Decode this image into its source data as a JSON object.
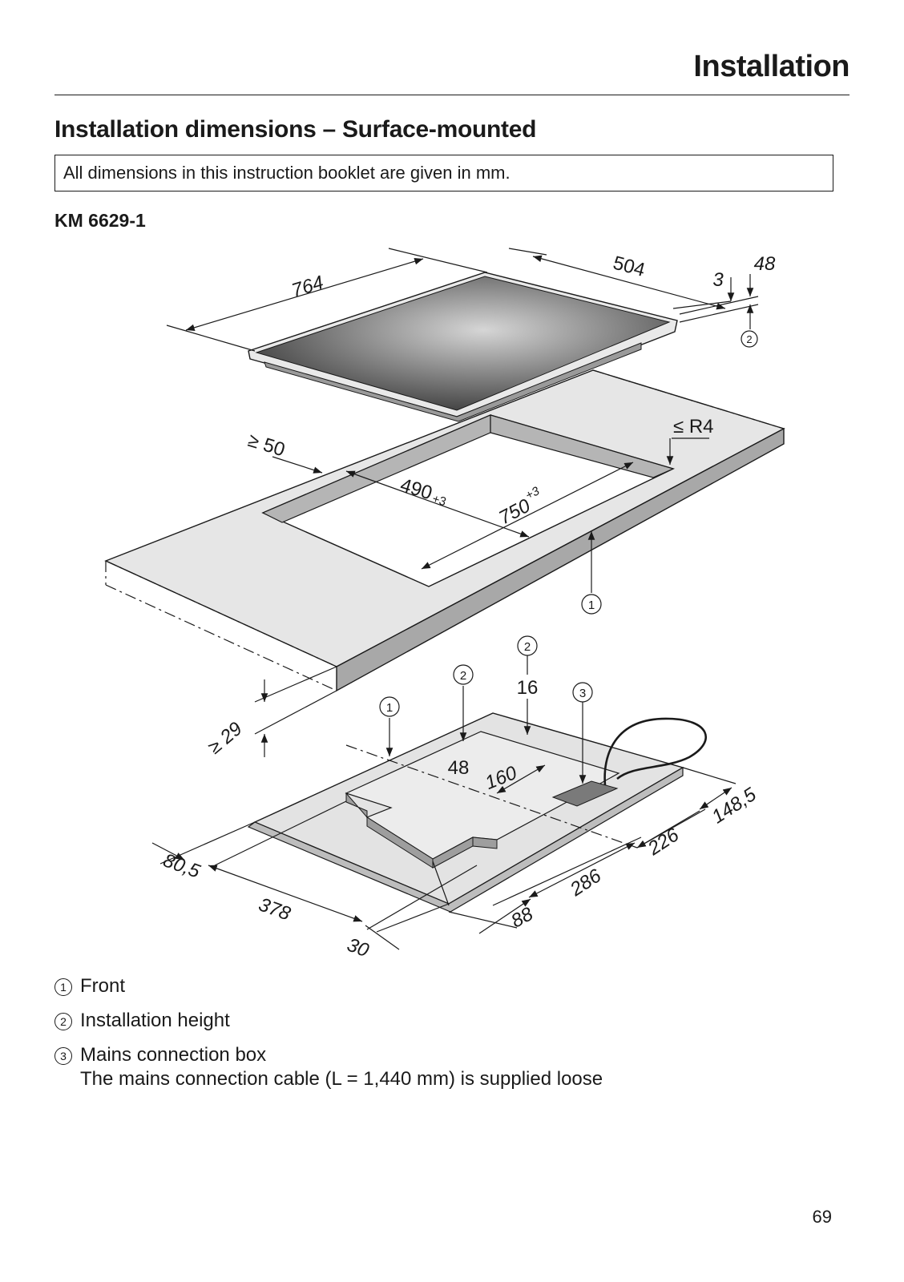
{
  "header": {
    "title": "Installation"
  },
  "section": {
    "title": "Installation dimensions – Surface-mounted"
  },
  "note": {
    "text": "All dimensions in this instruction booklet are given in mm."
  },
  "model": {
    "name": "KM 6629-1"
  },
  "diagram": {
    "hob_dims": {
      "length": "764",
      "width": "504",
      "lip": "3",
      "height": "48"
    },
    "cutout_dims": {
      "min_edge": "≥ 50",
      "radius": "≤ R4",
      "depth": "490",
      "depth_tol": "+3",
      "width": "750",
      "width_tol": "+3",
      "worktop_min": "≥ 29"
    },
    "underside_dims": {
      "d48": "48",
      "d16": "16",
      "d160": "160",
      "d148_5": "148,5",
      "d226": "226",
      "d286": "286",
      "d88": "88",
      "d80_5": "80,5",
      "d378": "378",
      "d30": "30"
    },
    "callouts": {
      "c1": "1",
      "c2": "2",
      "c3": "3"
    }
  },
  "legend": {
    "items": [
      {
        "num": "1",
        "label": "Front",
        "sub": ""
      },
      {
        "num": "2",
        "label": "Installation height",
        "sub": ""
      },
      {
        "num": "3",
        "label": "Mains connection box",
        "sub": "The mains connection cable (L = 1,440 mm) is supplied loose"
      }
    ]
  },
  "page": {
    "number": "69"
  },
  "colors": {
    "text": "#1a1a1a",
    "worktop": "#e6e6e6",
    "worktop_edge": "#a8a8a8",
    "cutout_side": "#b5b5b5",
    "hob_glass_dark": "#2e2e2e",
    "hob_glass_light": "#c9c9c9",
    "underside": "#e3e3e3",
    "connection_box": "#7a7a7a"
  }
}
